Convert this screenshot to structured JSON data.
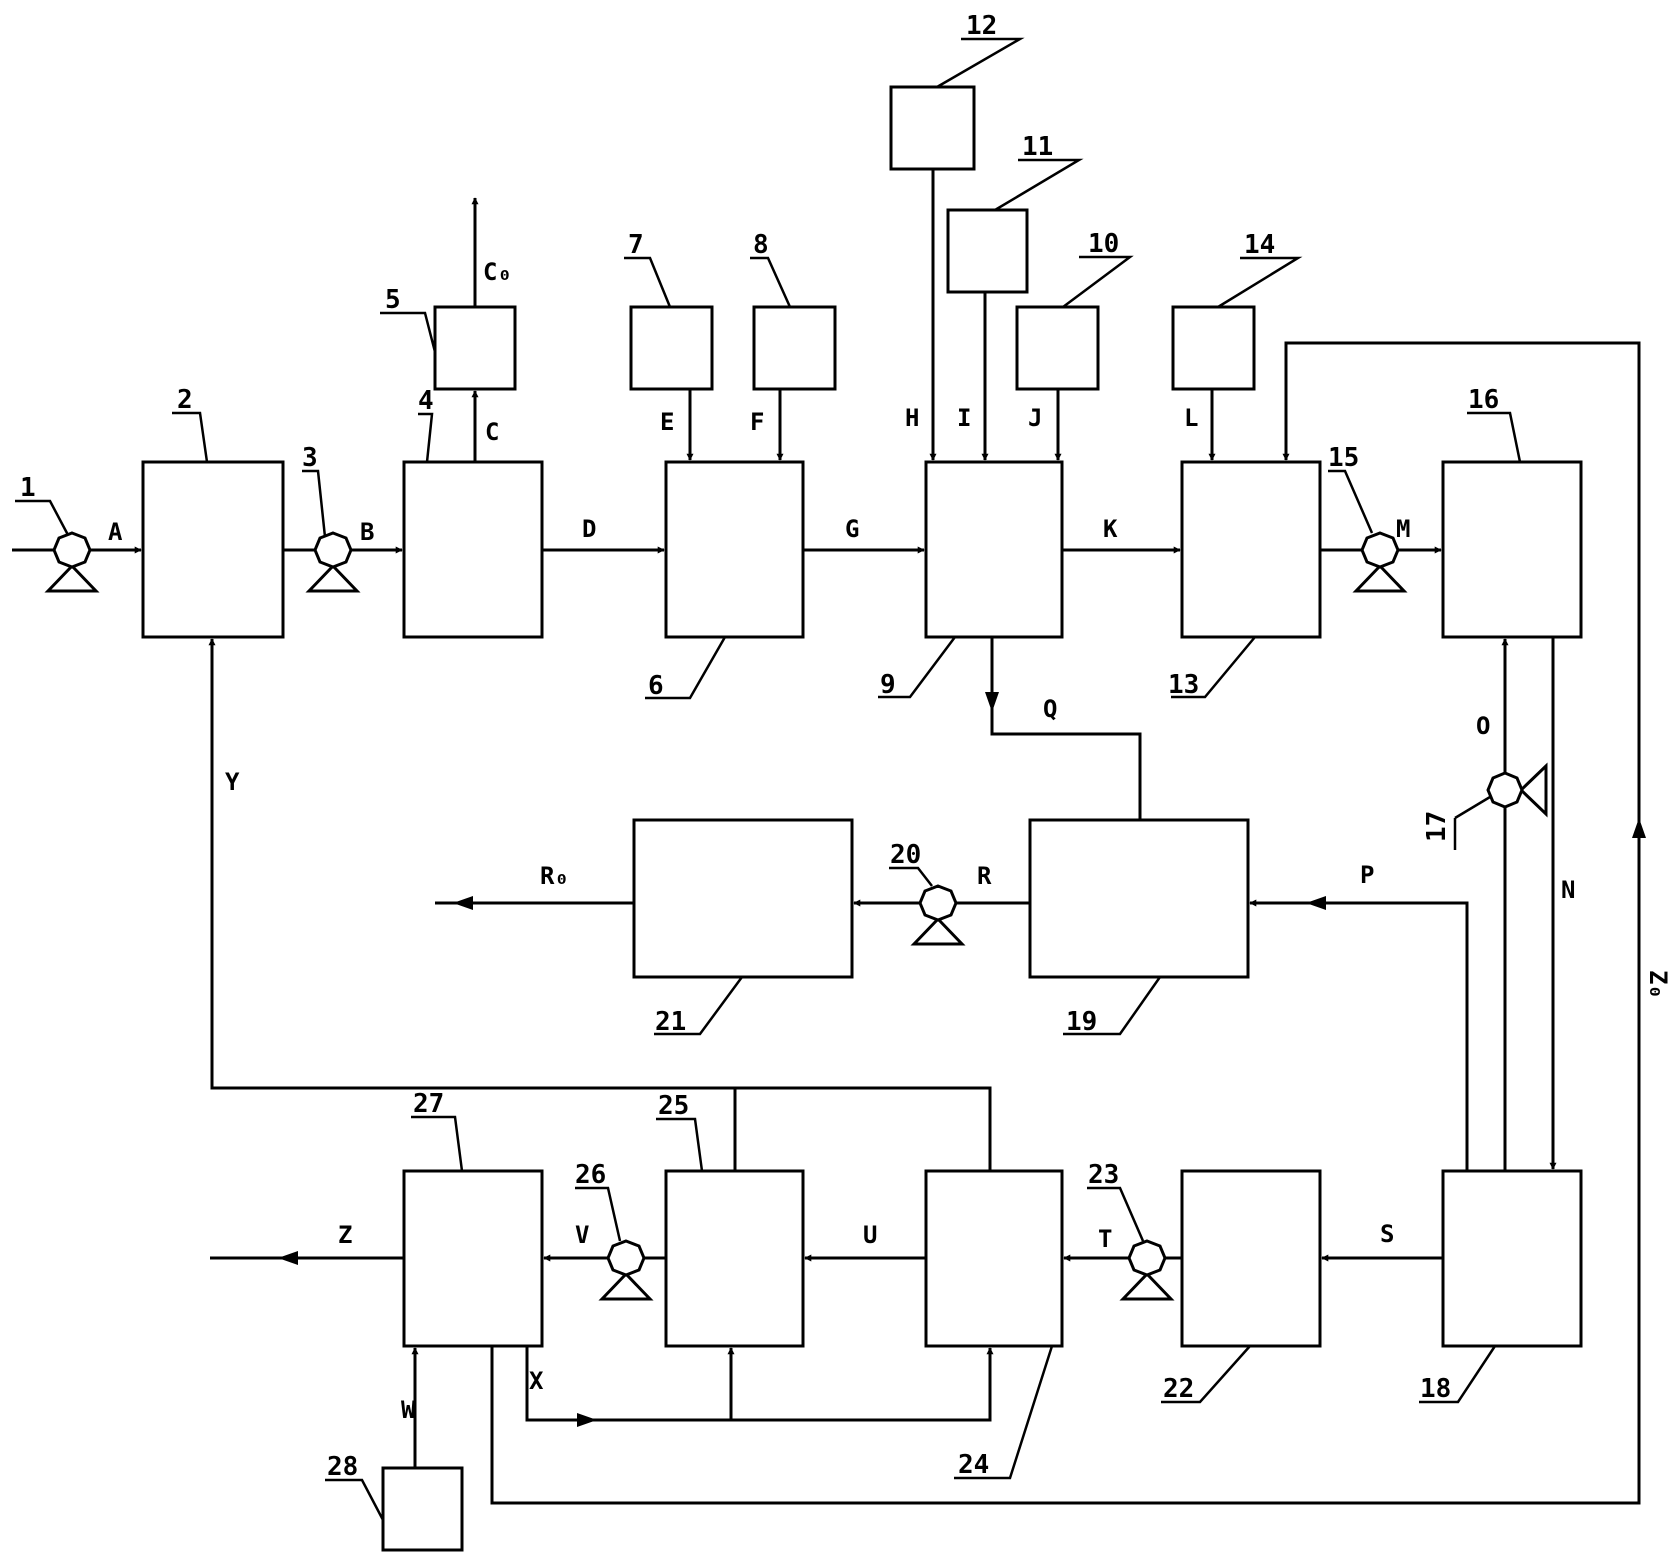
{
  "units": {
    "u1": "1",
    "u2": "2",
    "u3": "3",
    "u4": "4",
    "u5": "5",
    "u6": "6",
    "u7": "7",
    "u8": "8",
    "u9": "9",
    "u10": "10",
    "u11": "11",
    "u12": "12",
    "u13": "13",
    "u14": "14",
    "u15": "15",
    "u16": "16",
    "u17": "17",
    "u18": "18",
    "u19": "19",
    "u20": "20",
    "u21": "21",
    "u22": "22",
    "u23": "23",
    "u24": "24",
    "u25": "25",
    "u26": "26",
    "u27": "27",
    "u28": "28"
  },
  "streams": {
    "A": "A",
    "B": "B",
    "C": "C",
    "C0": "C₀",
    "D": "D",
    "E": "E",
    "F": "F",
    "G": "G",
    "H": "H",
    "I": "I",
    "J": "J",
    "K": "K",
    "L": "L",
    "M": "M",
    "N": "N",
    "O": "O",
    "P": "P",
    "Q": "Q",
    "R": "R",
    "R0": "R₀",
    "S": "S",
    "T": "T",
    "U": "U",
    "V": "V",
    "W": "W",
    "X": "X",
    "Y": "Y",
    "Z": "Z",
    "Z0": "Z₀"
  }
}
